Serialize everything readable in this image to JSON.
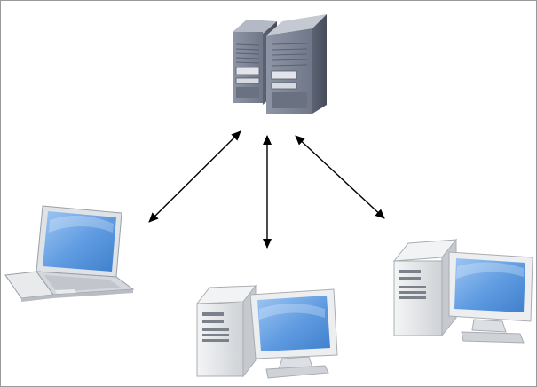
{
  "diagram": {
    "type": "client-server-network",
    "nodes": [
      {
        "id": "server",
        "icon": "server-rack-icon",
        "count": 2
      },
      {
        "id": "laptop-client",
        "icon": "laptop-icon"
      },
      {
        "id": "desktop-client-center",
        "icon": "desktop-computer-icon"
      },
      {
        "id": "desktop-client-right",
        "icon": "desktop-computer-icon"
      }
    ],
    "connections": [
      {
        "from": "server",
        "to": "laptop-client",
        "direction": "bidirectional"
      },
      {
        "from": "server",
        "to": "desktop-client-center",
        "direction": "bidirectional"
      },
      {
        "from": "server",
        "to": "desktop-client-right",
        "direction": "bidirectional"
      }
    ],
    "colors": {
      "server_body": "#7d8595",
      "screen": "#6fa6e6",
      "case": "#e4e6e8",
      "arrow": "#000000"
    }
  }
}
